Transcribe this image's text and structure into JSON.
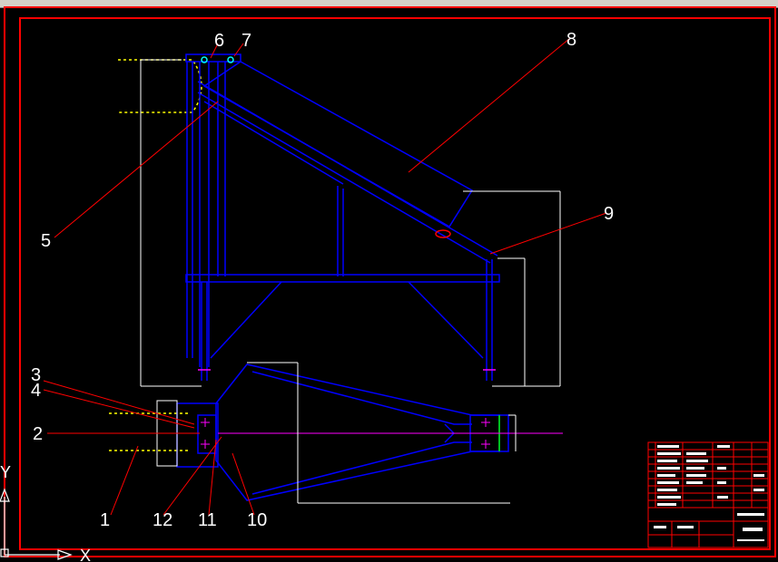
{
  "callouts": [
    "1",
    "2",
    "3",
    "4",
    "5",
    "6",
    "7",
    "8",
    "9",
    "10",
    "11",
    "12"
  ],
  "ucs": {
    "x_label": "X",
    "y_label": "Y"
  },
  "colors": {
    "background": "#000000",
    "frame": "#ff0000",
    "structure": "#0000ff",
    "leader": "#ff0000",
    "dimension": "#ffffff",
    "hidden": "#ffff00",
    "centerline": "#ff00ff"
  }
}
